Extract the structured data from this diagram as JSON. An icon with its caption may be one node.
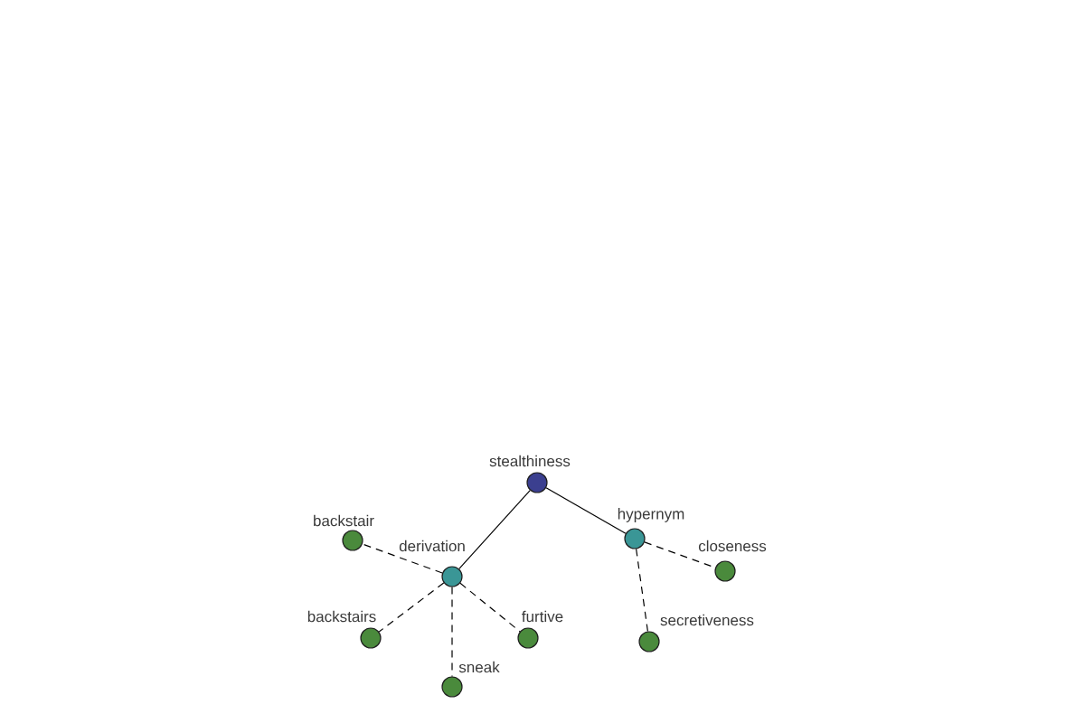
{
  "diagram": {
    "nodes": [
      {
        "text": [
          "stealthiness"
        ]
      },
      {
        "text": [
          "backstair"
        ]
      },
      {
        "text": [
          "hypernym"
        ]
      },
      {
        "text": [
          "derivation"
        ]
      },
      {
        "text": [
          "closeness"
        ]
      },
      {
        "text": [
          "backstairs"
        ]
      },
      {
        "text": [
          "furtive"
        ]
      },
      {
        "text": [
          "secretiveness"
        ]
      },
      {
        "text": [
          "sneak"
        ]
      }
    ],
    "edges": [
      {
        "from": 0,
        "to": 3,
        "arrow": "none"
      },
      {
        "from": 0,
        "to": 2,
        "arrow": "none"
      },
      {
        "from": 3,
        "to": 1,
        "arrow": "none",
        "style": "dashed"
      },
      {
        "from": 3,
        "to": 5,
        "arrow": "none",
        "style": "dashed"
      },
      {
        "from": 3,
        "to": 8,
        "arrow": "none",
        "style": "dashed"
      },
      {
        "from": 3,
        "to": 6,
        "arrow": "none",
        "style": "dashed"
      },
      {
        "from": 2,
        "to": 7,
        "arrow": "none",
        "style": "dashed"
      },
      {
        "from": 2,
        "to": 4,
        "arrow": "none",
        "style": "dashed"
      }
    ]
  }
}
